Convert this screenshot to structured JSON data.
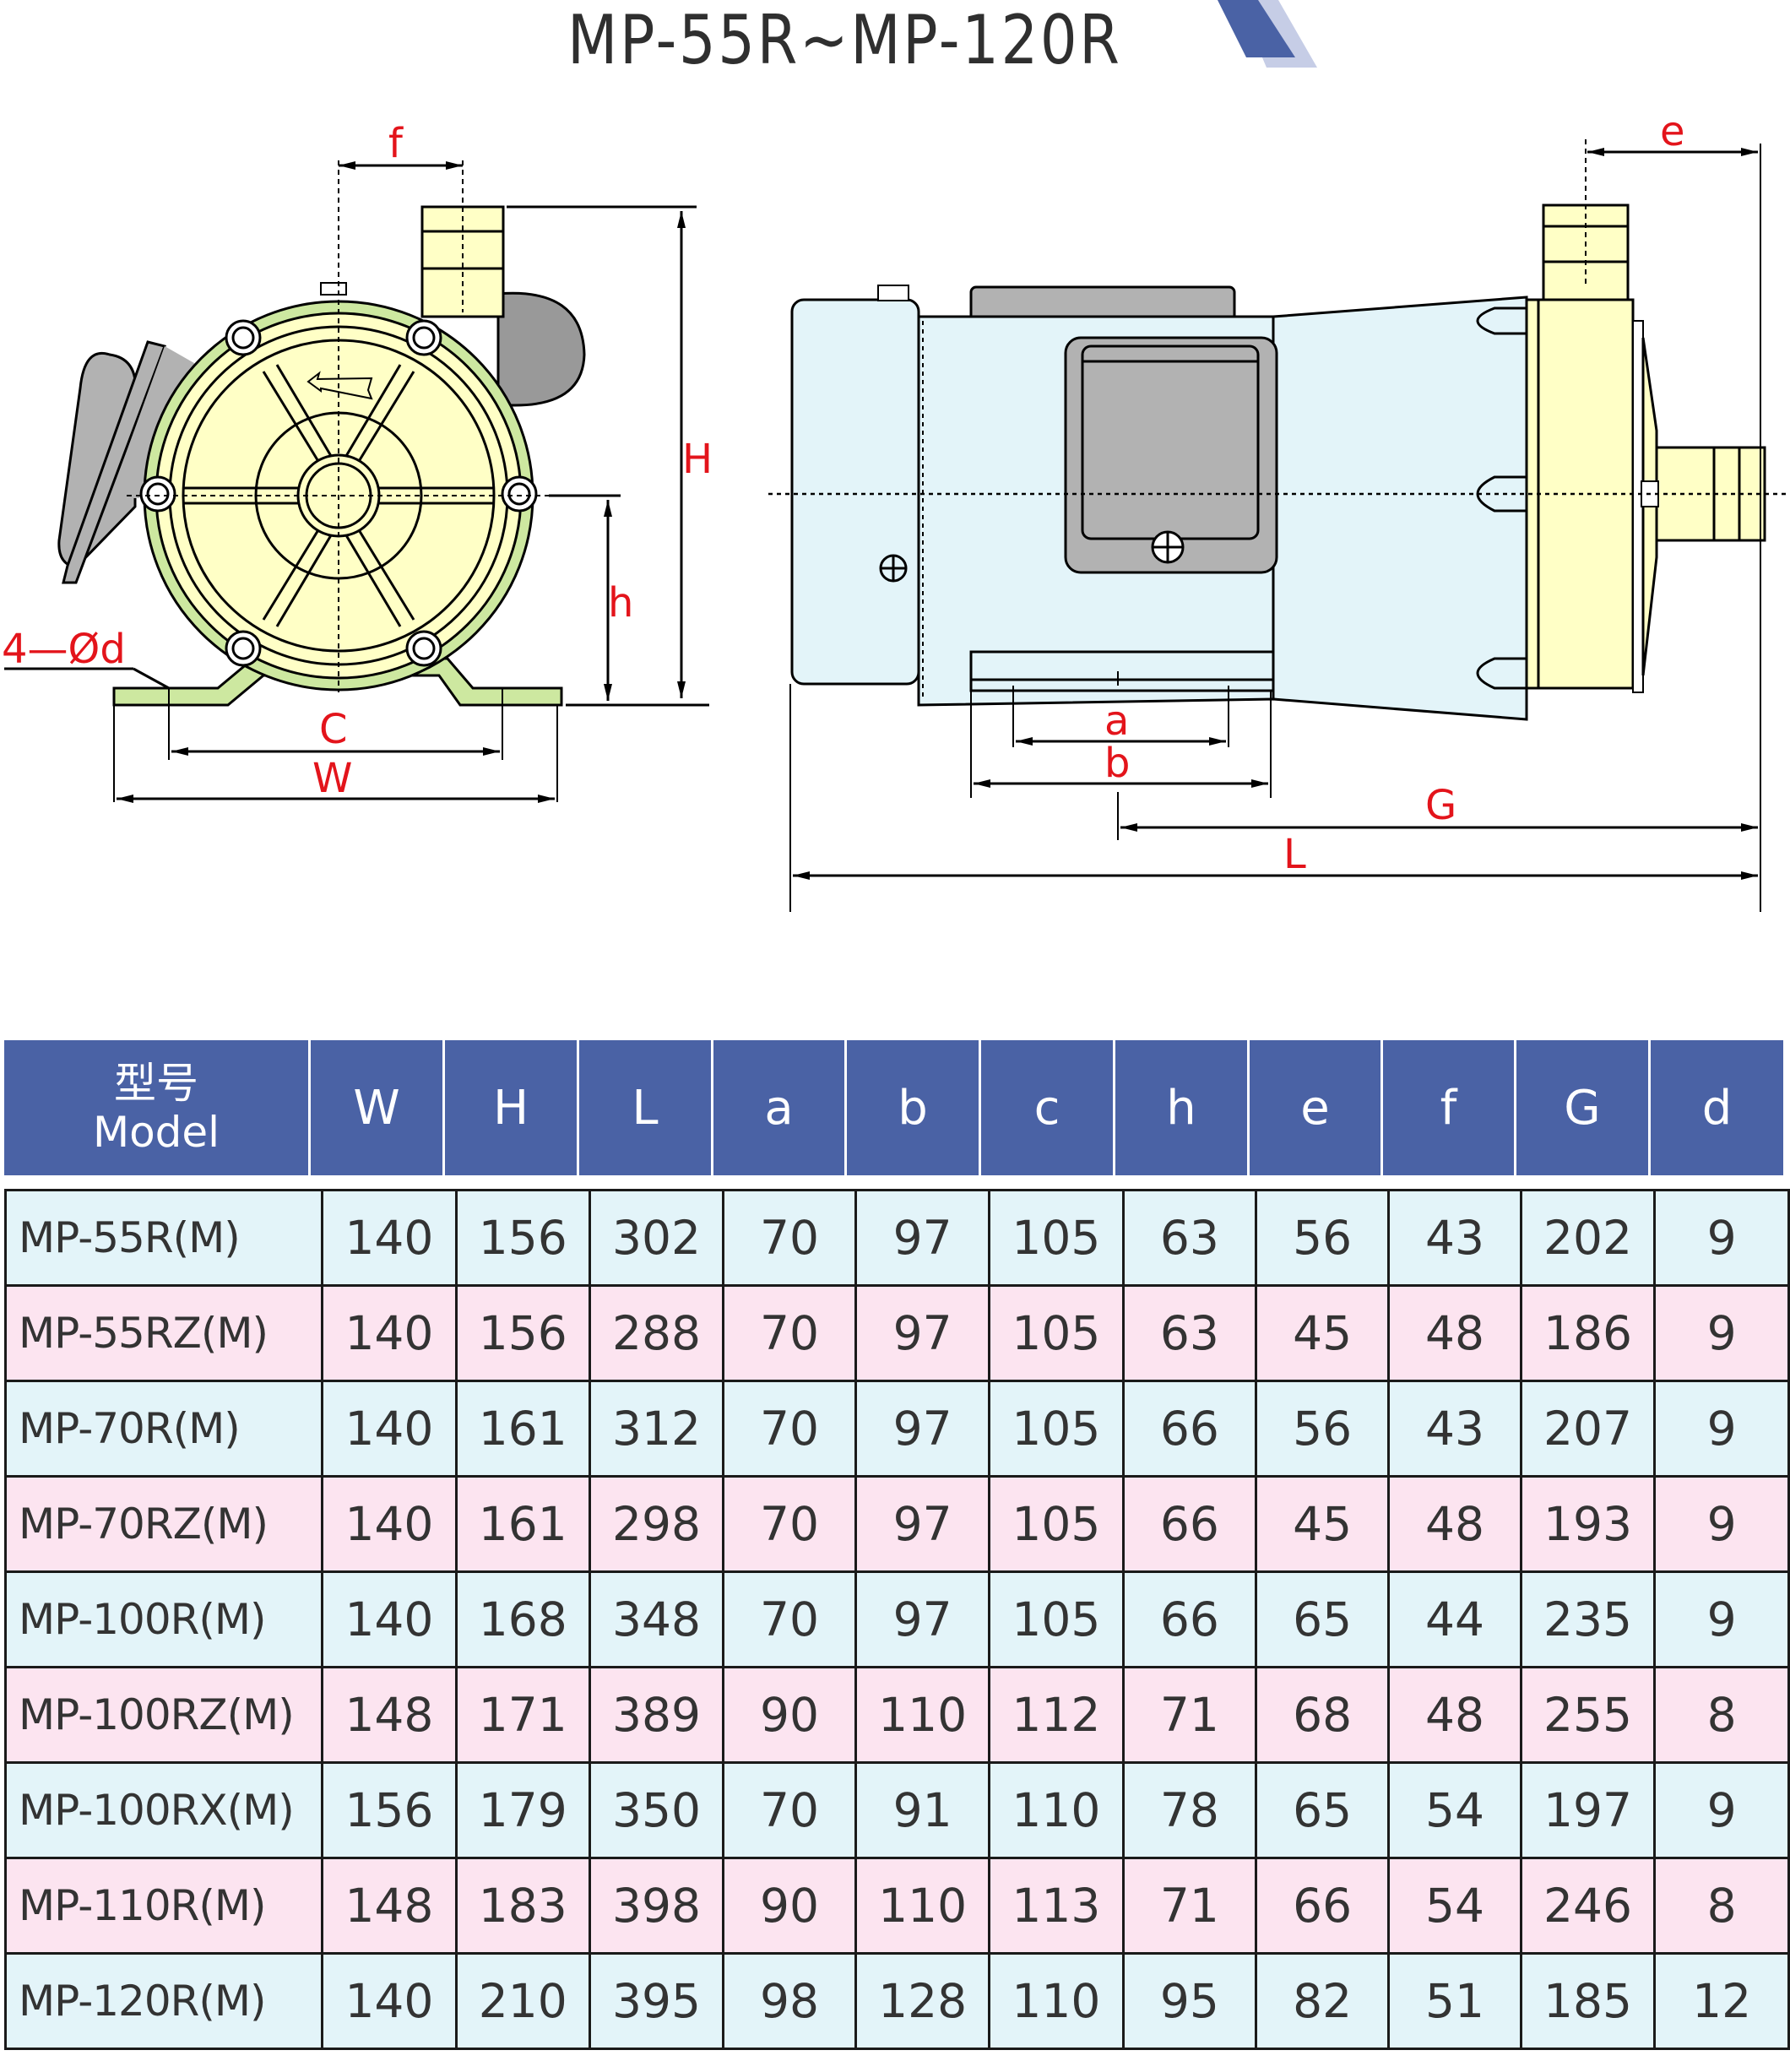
{
  "title": "MP-55R~MP-120R",
  "colors": {
    "accent_blue": "#4a62a5",
    "accent_blue_light": "#c6cde6",
    "dimension_red": "#e3141b",
    "pump_head_yellow": "#ffffc6",
    "pump_flange_green": "#cde8a0",
    "motor_blue": "#e3f4f9",
    "motor_gray": "#b2b2b2",
    "row_blue": "#e3f4f9",
    "row_pink": "#fce4f0"
  },
  "front_view": {
    "labels": {
      "f": "f",
      "H": "H",
      "h": "h",
      "hole": "4—Ød",
      "C": "C",
      "W": "W"
    }
  },
  "side_view": {
    "labels": {
      "e": "e",
      "a": "a",
      "b": "b",
      "G": "G",
      "L": "L"
    }
  },
  "table": {
    "header": {
      "model_zh": "型号",
      "model_en": "Model",
      "columns": [
        "W",
        "H",
        "L",
        "a",
        "b",
        "c",
        "h",
        "e",
        "f",
        "G",
        "d"
      ]
    },
    "rows": [
      {
        "model": "MP-55R(M)",
        "values": [
          "140",
          "156",
          "302",
          "70",
          "97",
          "105",
          "63",
          "56",
          "43",
          "202",
          "9"
        ]
      },
      {
        "model": "MP-55RZ(M)",
        "values": [
          "140",
          "156",
          "288",
          "70",
          "97",
          "105",
          "63",
          "45",
          "48",
          "186",
          "9"
        ]
      },
      {
        "model": "MP-70R(M)",
        "values": [
          "140",
          "161",
          "312",
          "70",
          "97",
          "105",
          "66",
          "56",
          "43",
          "207",
          "9"
        ]
      },
      {
        "model": "MP-70RZ(M)",
        "values": [
          "140",
          "161",
          "298",
          "70",
          "97",
          "105",
          "66",
          "45",
          "48",
          "193",
          "9"
        ]
      },
      {
        "model": "MP-100R(M)",
        "values": [
          "140",
          "168",
          "348",
          "70",
          "97",
          "105",
          "66",
          "65",
          "44",
          "235",
          "9"
        ]
      },
      {
        "model": "MP-100RZ(M)",
        "values": [
          "148",
          "171",
          "389",
          "90",
          "110",
          "112",
          "71",
          "68",
          "48",
          "255",
          "8"
        ]
      },
      {
        "model": "MP-100RX(M)",
        "values": [
          "156",
          "179",
          "350",
          "70",
          "91",
          "110",
          "78",
          "65",
          "54",
          "197",
          "9"
        ]
      },
      {
        "model": "MP-110R(M)",
        "values": [
          "148",
          "183",
          "398",
          "90",
          "110",
          "113",
          "71",
          "66",
          "54",
          "246",
          "8"
        ]
      },
      {
        "model": "MP-120R(M)",
        "values": [
          "140",
          "210",
          "395",
          "98",
          "128",
          "110",
          "95",
          "82",
          "51",
          "185",
          "12"
        ]
      }
    ]
  }
}
